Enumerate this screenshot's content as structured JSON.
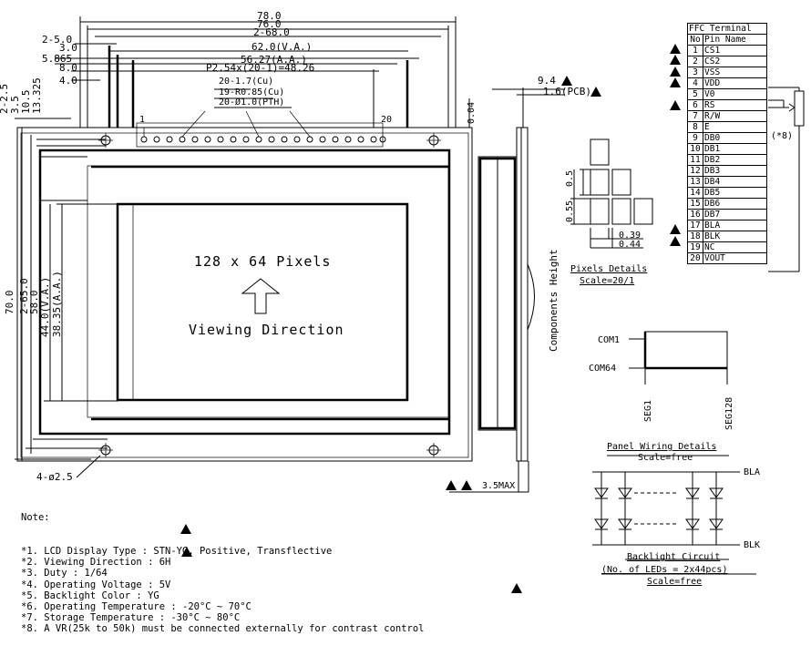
{
  "dims": {
    "total_w": "78.0",
    "w76": "76.0",
    "w68": "2-68.0",
    "w50": "2-5.0",
    "w30": "3.0",
    "w5865": "5.865",
    "w80": "8.0",
    "w40": "4.0",
    "va_w": "62.0(V.A.)",
    "aa_w": "56.27(A.A.)",
    "pitch": "P2.54x(20-1)=48.26",
    "cu": "20-1.7(Cu)",
    "cu2": "19-R0.85(Cu)",
    "pth": "20-Ø1.0(PTH)",
    "h25": "2-2.5",
    "h35": "3.5",
    "h105": "10.5",
    "h13325": "13.325",
    "h70": "70.0",
    "h650": "2-65.0",
    "h580": "58.0",
    "h440": "44.0(V.A.)",
    "h3835": "38.35(A.A.)",
    "side_94": "9.4",
    "side_16": "1.6(PCB)",
    "side_004": "0.04",
    "holes": "4-ø2.5",
    "max35": "3.5MAX",
    "comp_height": "Components Height",
    "pin_first": "1",
    "pin_last": "20"
  },
  "display": {
    "resolution": "128 x 64 Pixels",
    "viewing": "Viewing Direction"
  },
  "pixel_details": {
    "d05": "0.5",
    "d055": "0.55",
    "d039": "0.39",
    "d044": "0.44",
    "title": "Pixels Details",
    "scale": "Scale=20/1"
  },
  "panel_wiring": {
    "com1": "COM1",
    "com64": "COM64",
    "seg1": "SEG1",
    "seg128": "SEG128",
    "title": "Panel Wiring Details",
    "scale": "Scale=free"
  },
  "backlight": {
    "bla": "BLA",
    "blk": "BLK",
    "title": "Backlight Circuit",
    "leds": "(No. of LEDs = 2x44pcs)",
    "scale": "Scale=free"
  },
  "terminal": {
    "title": "FFC Terminal",
    "col_no": "No",
    "col_name": "Pin Name",
    "note8": "(*8)",
    "pins": [
      {
        "no": "1",
        "name": "CS1",
        "warn": true
      },
      {
        "no": "2",
        "name": "CS2",
        "warn": true
      },
      {
        "no": "3",
        "name": "VSS",
        "warn": true
      },
      {
        "no": "4",
        "name": "VDD",
        "warn": true
      },
      {
        "no": "5",
        "name": "V0",
        "warn": false
      },
      {
        "no": "6",
        "name": "RS",
        "warn": true
      },
      {
        "no": "7",
        "name": "R/W",
        "warn": false
      },
      {
        "no": "8",
        "name": "E",
        "warn": false
      },
      {
        "no": "9",
        "name": "DB0",
        "warn": false
      },
      {
        "no": "10",
        "name": "DB1",
        "warn": false
      },
      {
        "no": "11",
        "name": "DB2",
        "warn": false
      },
      {
        "no": "12",
        "name": "DB3",
        "warn": false
      },
      {
        "no": "13",
        "name": "DB4",
        "warn": false
      },
      {
        "no": "14",
        "name": "DB5",
        "warn": false
      },
      {
        "no": "15",
        "name": "DB6",
        "warn": false
      },
      {
        "no": "16",
        "name": "DB7",
        "warn": false
      },
      {
        "no": "17",
        "name": "BLA",
        "warn": true
      },
      {
        "no": "18",
        "name": "BLK",
        "warn": true
      },
      {
        "no": "19",
        "name": "NC",
        "warn": false
      },
      {
        "no": "20",
        "name": "VOUT",
        "warn": false
      }
    ]
  },
  "notes": {
    "heading": "Note:",
    "items": [
      "*1. LCD Display Type : STN-YG, Positive, Transflective",
      "*2. Viewing Direction : 6H",
      "*3. Duty : 1/64",
      "*4. Operating Voltage : 5V",
      "*5. Backlight Color : YG",
      "*6. Operating Temperature : -20°C ~ 70°C",
      "*7. Storage Temperature : -30°C ~ 80°C",
      "*8. A VR(25k to 50k) must be connected externally for contrast control"
    ]
  }
}
